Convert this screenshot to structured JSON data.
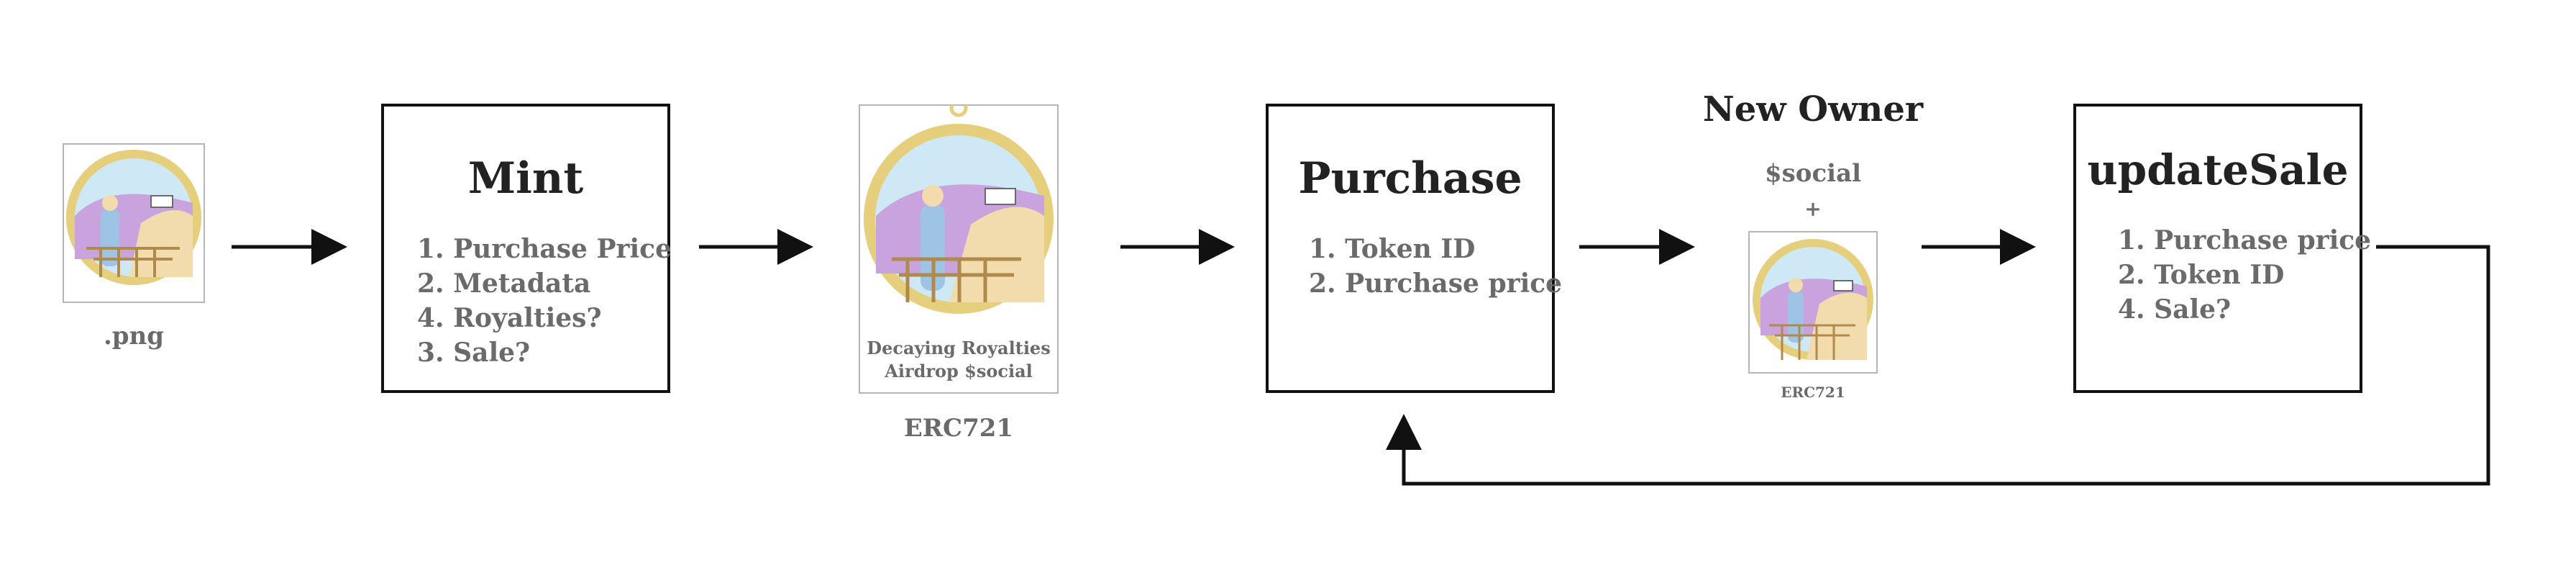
{
  "colors": {
    "stroke": "#111111",
    "title_text": "#222222",
    "body_text": "#6a6a6a",
    "card_border": "#b5b5b5",
    "medallion_gold": "#e6cf7c",
    "medallion_sky": "#cfe8f5",
    "medallion_purple": "#c9a3de",
    "medallion_sand": "#f2dcae",
    "medallion_figure": "#9fc3e4"
  },
  "image_png": {
    "caption": ".png"
  },
  "mint": {
    "title": "Mint",
    "items": [
      "1. Purchase Price",
      "2. Metadata",
      "4. Royalties?",
      "3. Sale?"
    ]
  },
  "erc721": {
    "card_lines": [
      "Decaying Royalties",
      "Airdrop $social"
    ],
    "caption": "ERC721"
  },
  "purchase": {
    "title": "Purchase",
    "items": [
      "1. Token ID",
      "2. Purchase price"
    ]
  },
  "new_owner": {
    "title": "New Owner",
    "social": "$social",
    "plus": "+",
    "caption": "ERC721"
  },
  "update_sale": {
    "title": "updateSale",
    "items": [
      "1. Purchase price",
      "2. Token ID",
      "4. Sale?"
    ]
  }
}
